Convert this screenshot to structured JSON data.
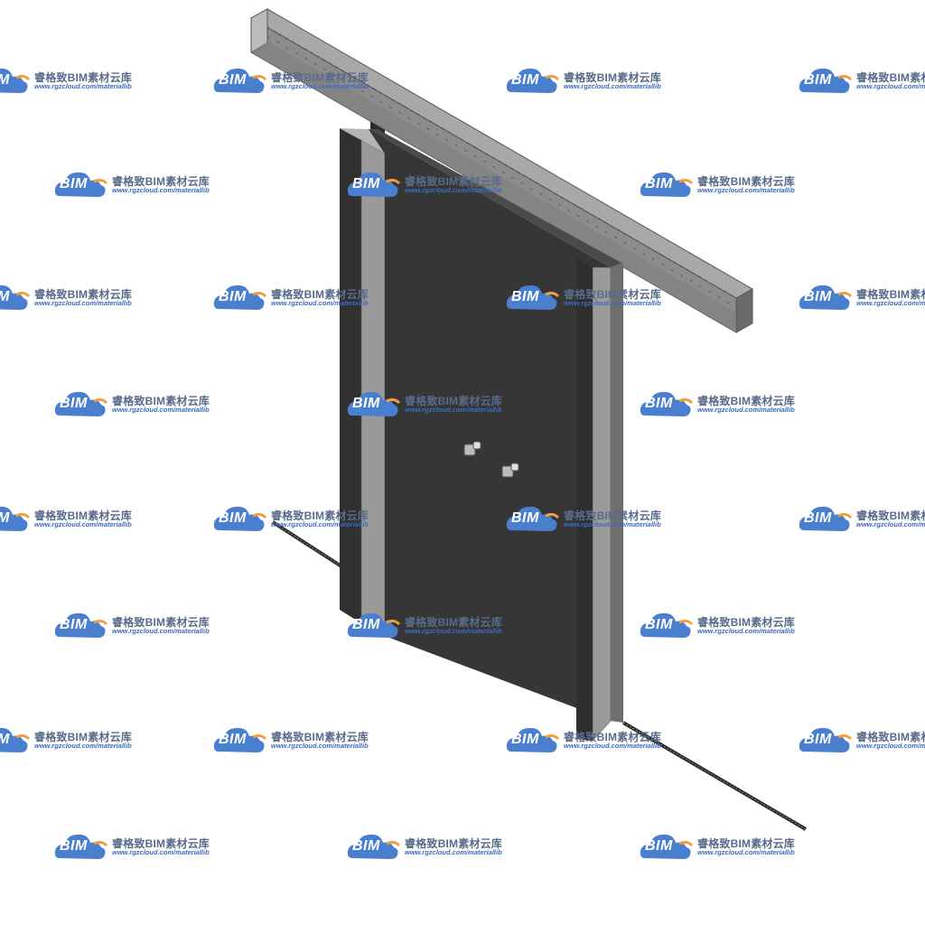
{
  "watermark": {
    "badge_text": "BIM",
    "brand_text": "睿格致BIM素材云库",
    "url_text": "www.rgzcloud.com/materiallib",
    "cloud_color": "#4a7fd0",
    "accent_color": "#f0a040"
  },
  "model": {
    "subject": "sliding-door-with-top-track",
    "colors": {
      "panel": "#363636",
      "frame_front": "#9a9a9a",
      "frame_side": "#6e6e6e",
      "rail_top": "#a8a8a8",
      "rail_front": "#8c8c8c",
      "handle": "#bdbdbd",
      "background": "#ffffff"
    }
  }
}
